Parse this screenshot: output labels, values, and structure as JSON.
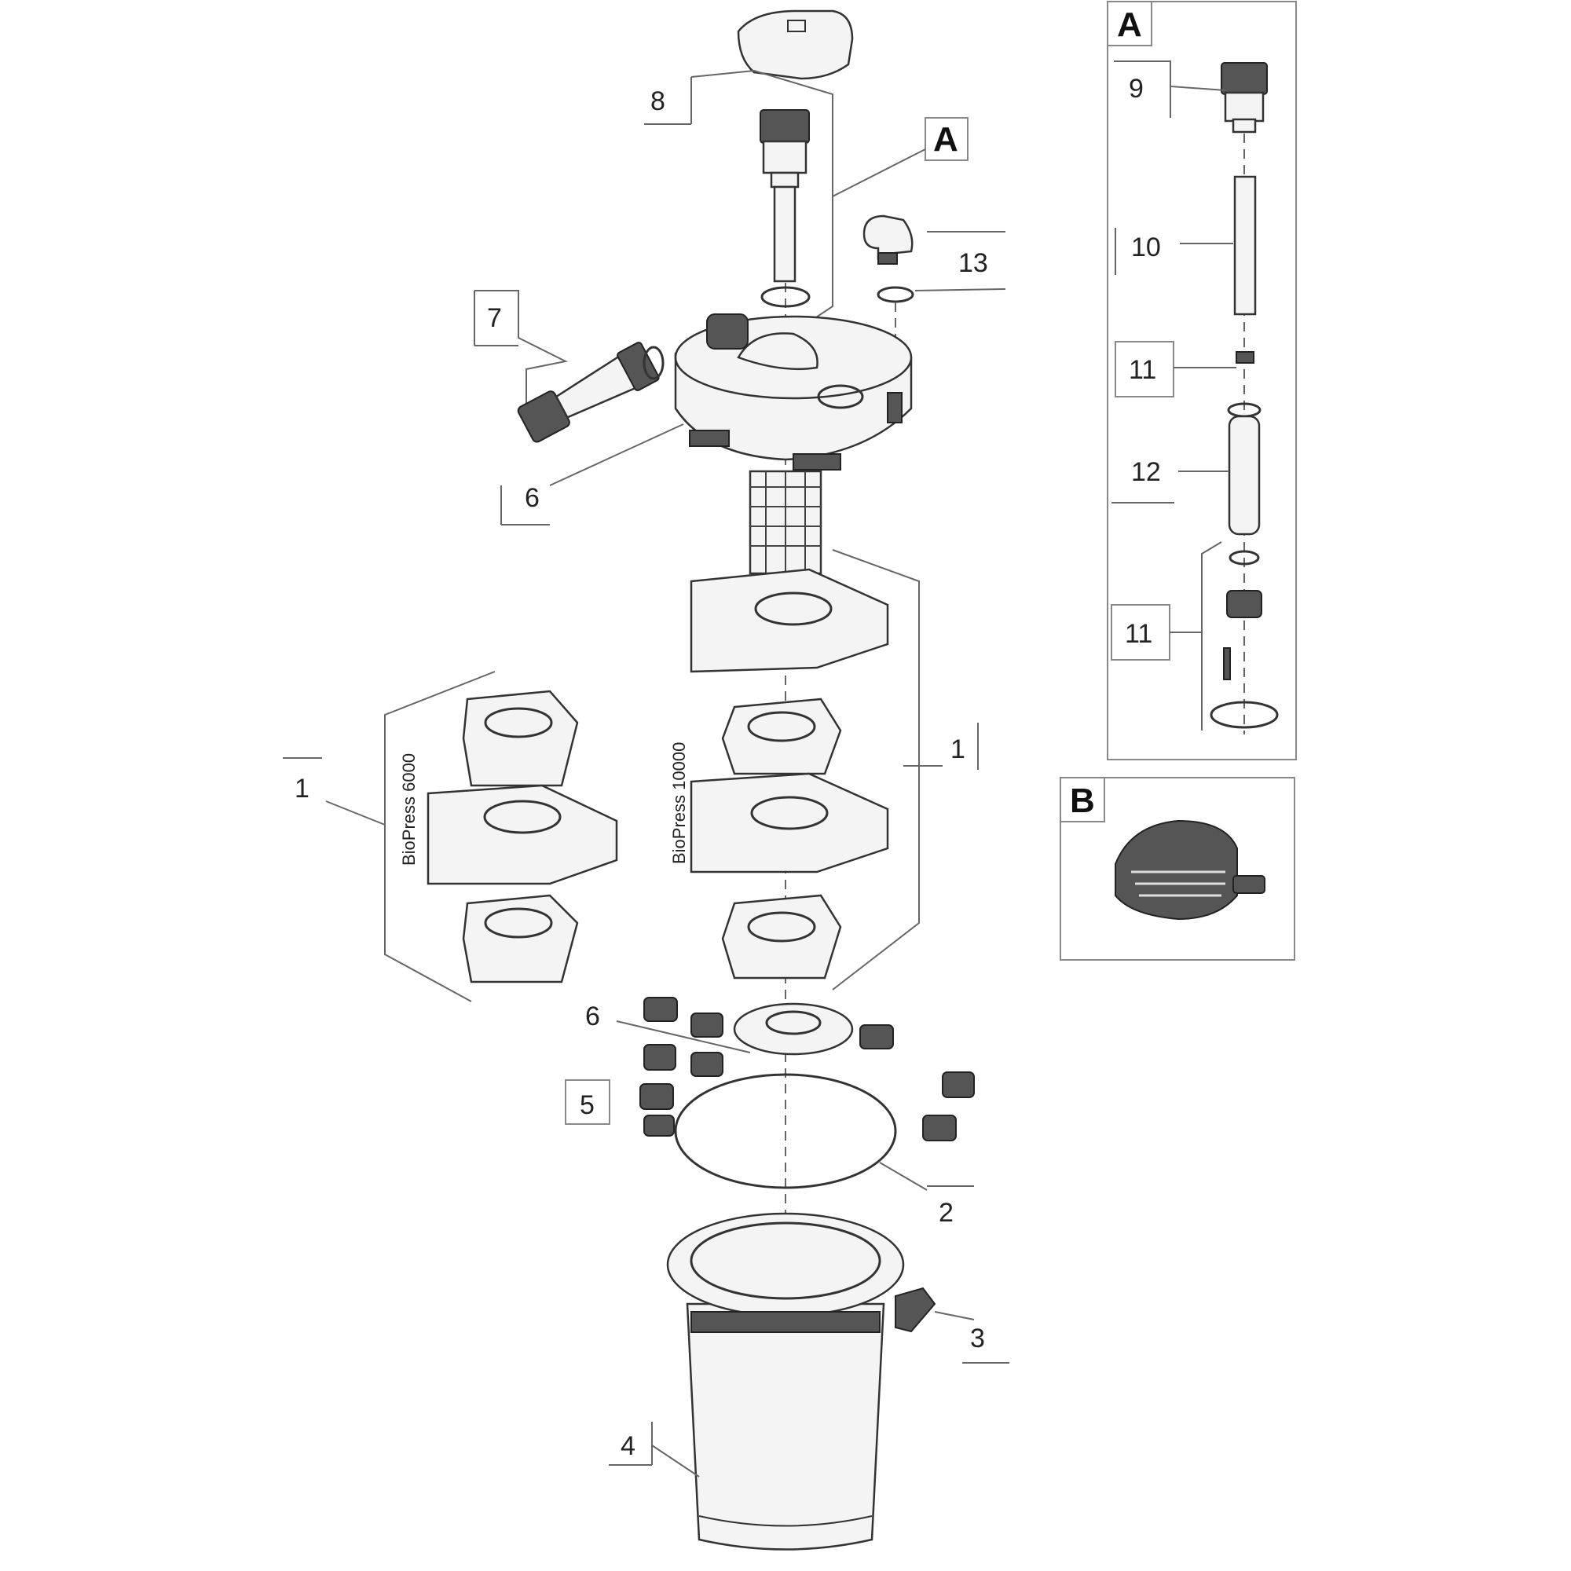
{
  "callouts": {
    "c1_left": "1",
    "c1_right": "1",
    "c2": "2",
    "c3": "3",
    "c4": "4",
    "c5": "5",
    "c6_top": "6",
    "c6_mid": "6",
    "c7": "7",
    "c8": "8",
    "cA_main": "A",
    "c13": "13"
  },
  "models": {
    "biopress_6000": "BioPress 6000",
    "biopress_10000": "BioPress 10000"
  },
  "panel_a": {
    "letter": "A",
    "c9": "9",
    "c10": "10",
    "c11_top": "11",
    "c12": "12",
    "c11_bottom": "11"
  },
  "panel_b": {
    "letter": "B"
  }
}
